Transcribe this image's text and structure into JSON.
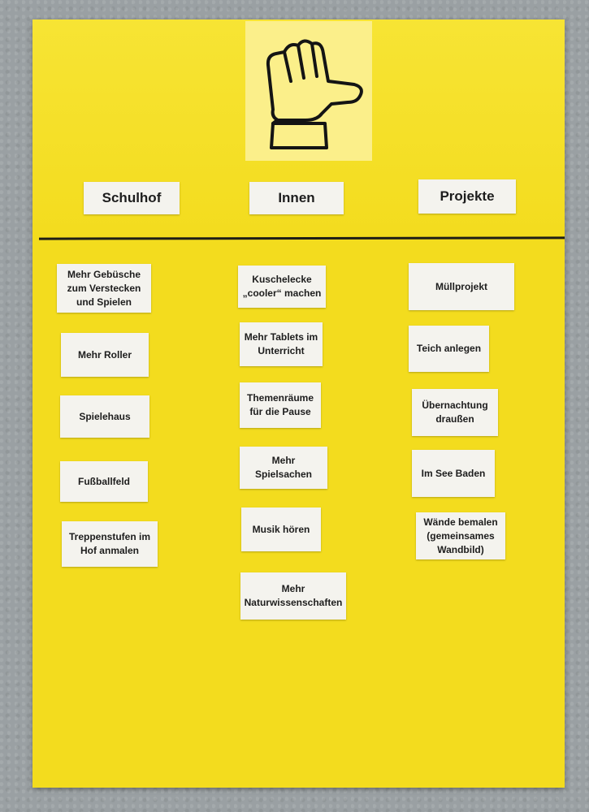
{
  "colors": {
    "poster": "#f3dc1e",
    "card": "#f4f3ee",
    "text": "#1d1d1d",
    "background": "#9aa0a3"
  },
  "icon": "thumbs-up-icon",
  "columns": [
    {
      "header": "Schulhof",
      "items": [
        "Mehr Gebüsche\nzum Verstecken\nund Spielen",
        "Mehr Roller",
        "Spielehaus",
        "Fußballfeld",
        "Treppenstufen im\nHof anmalen"
      ]
    },
    {
      "header": "Innen",
      "items": [
        "Kuschelecke\n„cooler“ machen",
        "Mehr Tablets im\nUnterricht",
        "Themenräume\nfür die Pause",
        "Mehr Spielsachen",
        "Musik hören",
        "Mehr\nNaturwissenschaften"
      ]
    },
    {
      "header": "Projekte",
      "items": [
        "Müllprojekt",
        "Teich anlegen",
        "Übernachtung\ndraußen",
        "Im See Baden",
        "Wände bemalen\n(gemeinsames\nWandbild)"
      ]
    }
  ]
}
